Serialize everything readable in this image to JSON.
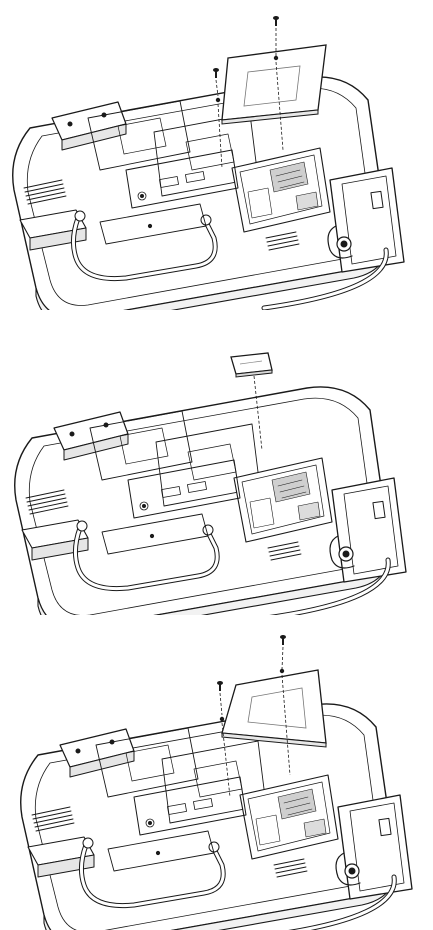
{
  "figure": {
    "background": "#ffffff",
    "line_color": "#1a1a1a",
    "leader_line_style": "dashed",
    "steps": [
      {
        "id": 1,
        "action": "remove-cover",
        "screws": 2,
        "parts": [
          "cover-plate",
          "screw",
          "screw"
        ]
      },
      {
        "id": 2,
        "action": "install-module",
        "screws": 0,
        "parts": [
          "module-card"
        ]
      },
      {
        "id": 3,
        "action": "replace-cover",
        "screws": 2,
        "parts": [
          "cover-plate",
          "screw",
          "screw"
        ]
      }
    ]
  }
}
